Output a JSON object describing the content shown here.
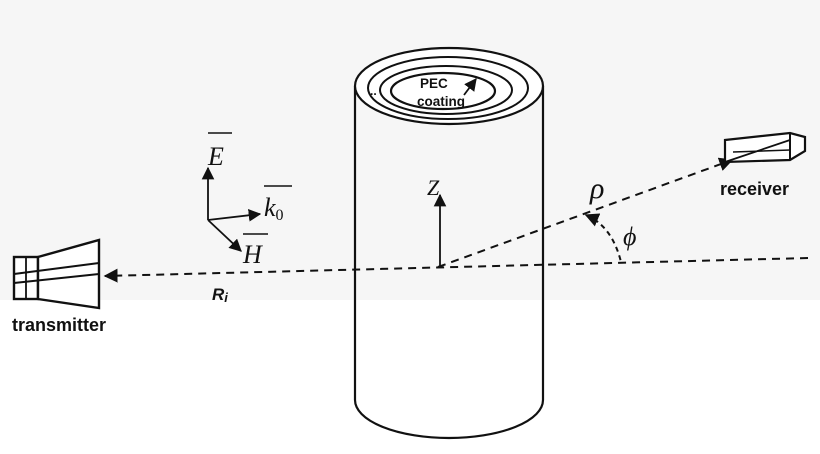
{
  "labels": {
    "pec_line1": "PEC",
    "pec_line2": "coating",
    "dots": "..",
    "transmitter": "transmitter",
    "receiver": "receiver",
    "ri_main": "R",
    "ri_sub": "i",
    "z": "Z",
    "rho": "ρ",
    "phi": "ϕ",
    "e_field": "E",
    "h_field": "H",
    "k_main": "k",
    "k_sub": "0"
  },
  "colors": {
    "background": "#f6f6f6",
    "lower_band": "#ffffff",
    "ink": "#111111"
  }
}
